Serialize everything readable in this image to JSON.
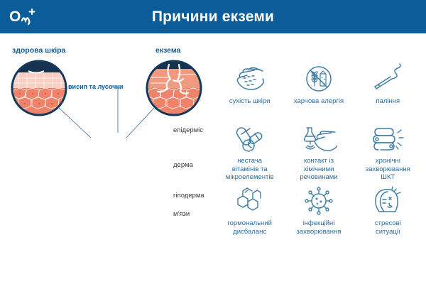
{
  "header": {
    "title": "Причини екземи",
    "logo_text": "On",
    "logo_name": "on-clinic-logo",
    "bg_color": "#0b5d9a",
    "text_color": "#ffffff"
  },
  "illustration": {
    "healthy_skin_label": "здорова шкіра",
    "eczema_label": "екзема",
    "callout_label": "висип та лусочки",
    "layers": [
      {
        "name": "епідерміс"
      },
      {
        "name": "дерма"
      },
      {
        "name": "гіподерма"
      },
      {
        "name": "м'язи"
      }
    ],
    "accent_color": "#0b5d9a",
    "skin_top_color": "#f4a07e",
    "epidermis_color": "#ef8268",
    "dermis_color": "#f6b6a4",
    "fat_color": "#e8e07a",
    "muscle_color": "#e2584f"
  },
  "causes": {
    "label_color": "#2d6b9a",
    "icon_color": "#3f7fa6",
    "items": [
      {
        "label": "сухість шкіри",
        "icon": "dry-skin-hand-icon"
      },
      {
        "label": "харчова алергія",
        "icon": "food-allergy-prohibited-icon"
      },
      {
        "label": "паління",
        "icon": "cigarette-smoking-icon"
      },
      {
        "label": "нестача\nвітамінів та\nмікроелементів",
        "icon": "vitamin-capsules-icon"
      },
      {
        "label": "контакт із\nхімічними\nречовинами",
        "icon": "chemical-flask-hand-icon"
      },
      {
        "label": "хронічні\nзахворювання\nШКТ",
        "icon": "intestines-gi-tract-icon"
      },
      {
        "label": "гормональний\nдисбаланс",
        "icon": "hormone-molecule-icon"
      },
      {
        "label": "інфекційні\nзахворювання",
        "icon": "virus-infection-icon"
      },
      {
        "label": "стресові\nситуації",
        "icon": "stressed-head-icon"
      }
    ]
  }
}
